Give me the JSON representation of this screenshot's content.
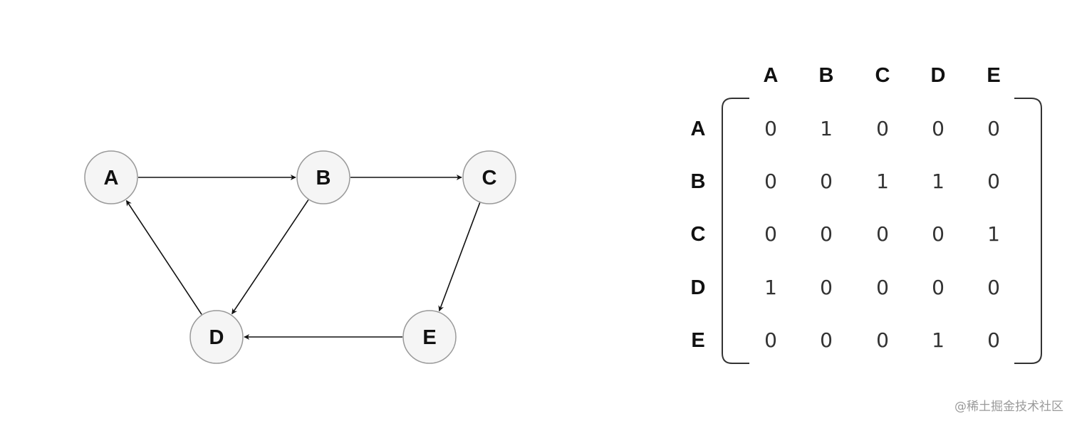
{
  "graph": {
    "nodes": [
      {
        "id": "A",
        "label": "A"
      },
      {
        "id": "B",
        "label": "B"
      },
      {
        "id": "C",
        "label": "C"
      },
      {
        "id": "D",
        "label": "D"
      },
      {
        "id": "E",
        "label": "E"
      }
    ],
    "edges": [
      {
        "from": "A",
        "to": "B"
      },
      {
        "from": "B",
        "to": "C"
      },
      {
        "from": "B",
        "to": "D"
      },
      {
        "from": "C",
        "to": "E"
      },
      {
        "from": "E",
        "to": "D"
      },
      {
        "from": "D",
        "to": "A"
      }
    ]
  },
  "matrix": {
    "col_headers": [
      "A",
      "B",
      "C",
      "D",
      "E"
    ],
    "row_headers": [
      "A",
      "B",
      "C",
      "D",
      "E"
    ],
    "cells": [
      [
        "0",
        "1",
        "0",
        "0",
        "0"
      ],
      [
        "0",
        "0",
        "1",
        "1",
        "0"
      ],
      [
        "0",
        "0",
        "0",
        "0",
        "1"
      ],
      [
        "1",
        "0",
        "0",
        "0",
        "0"
      ],
      [
        "0",
        "0",
        "0",
        "1",
        "0"
      ]
    ]
  },
  "watermark": "@稀土掘金技术社区"
}
